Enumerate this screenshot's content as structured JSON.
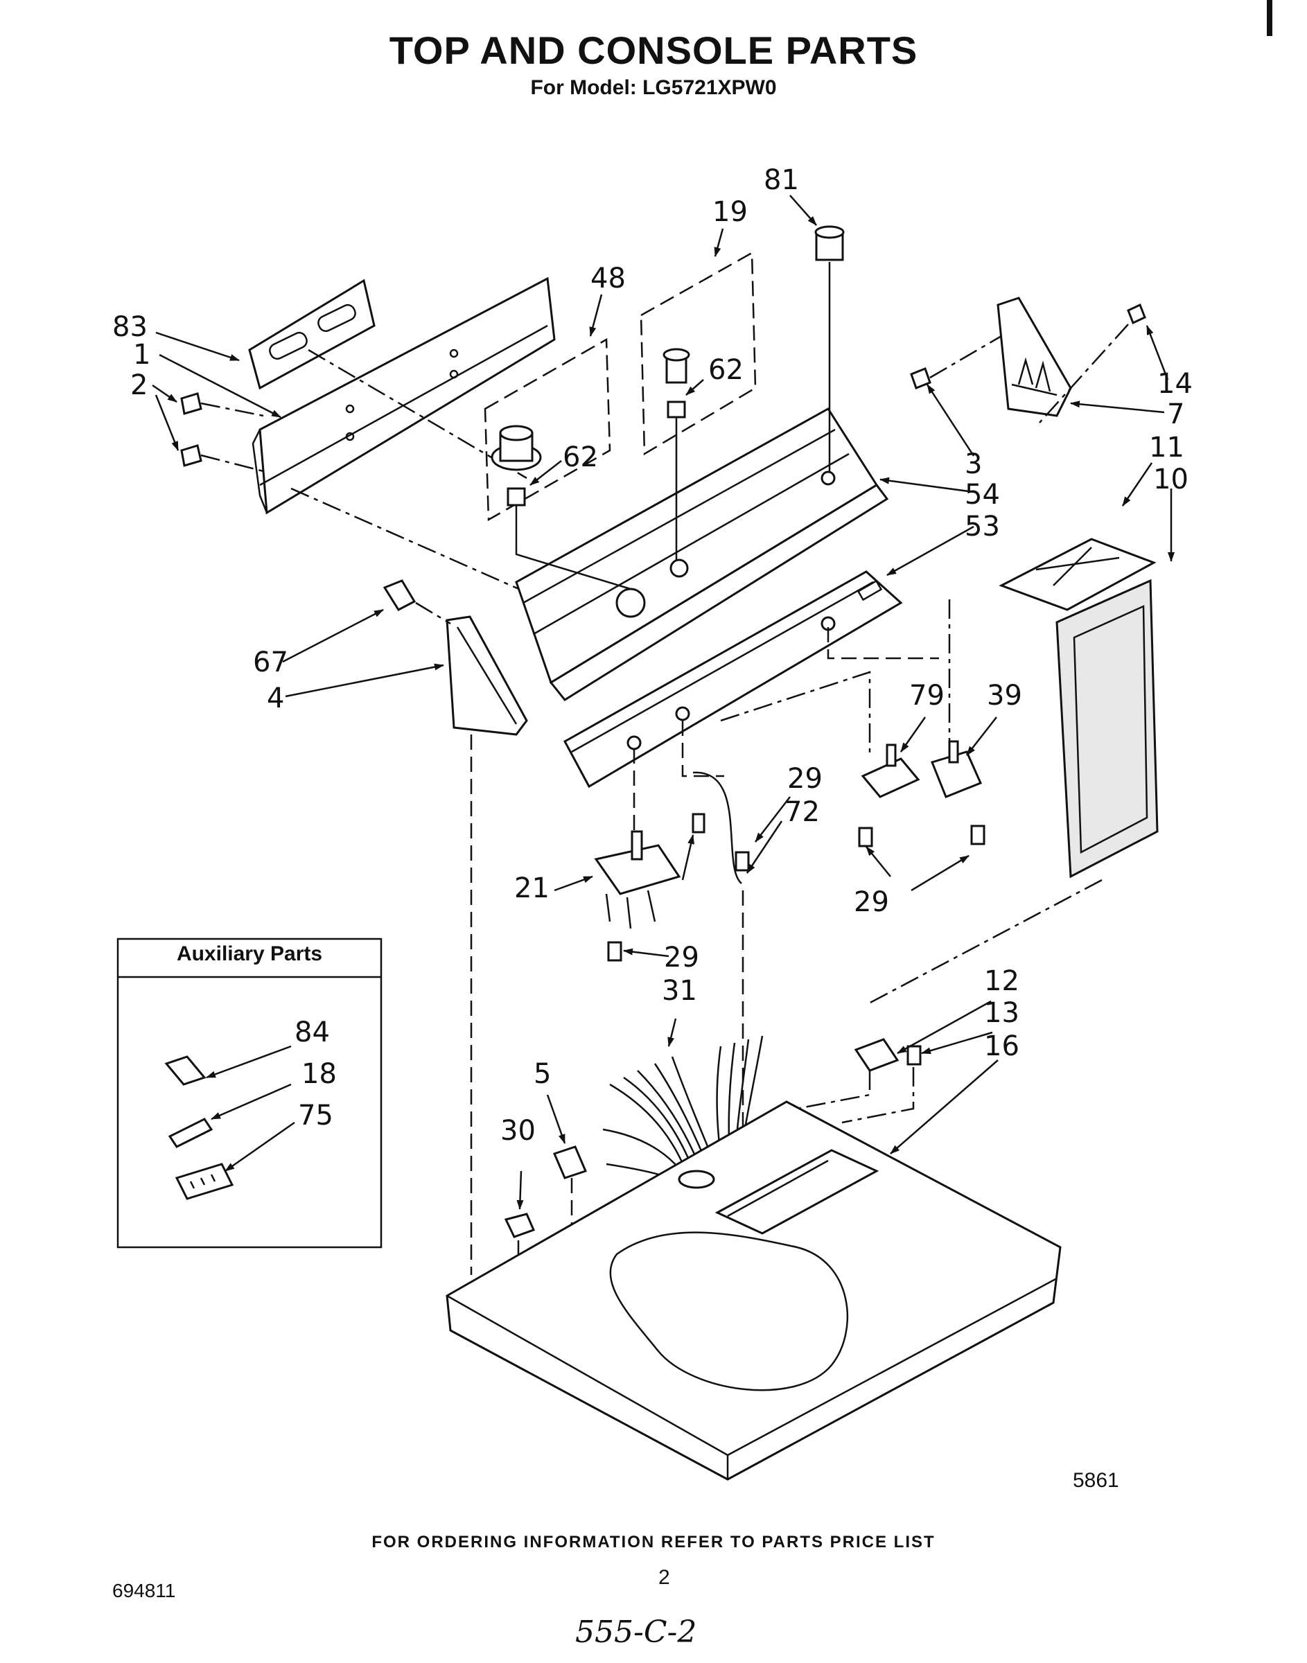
{
  "header": {
    "title": "TOP AND CONSOLE PARTS",
    "subtitle": "For Model: LG5721XPW0"
  },
  "callouts": [
    {
      "id": "c83",
      "text": "83"
    },
    {
      "id": "c1",
      "text": "1"
    },
    {
      "id": "c2",
      "text": "2"
    },
    {
      "id": "c48",
      "text": "48"
    },
    {
      "id": "c19",
      "text": "19"
    },
    {
      "id": "c81",
      "text": "81"
    },
    {
      "id": "c62a",
      "text": "62"
    },
    {
      "id": "c62b",
      "text": "62"
    },
    {
      "id": "c14",
      "text": "14"
    },
    {
      "id": "c7",
      "text": "7"
    },
    {
      "id": "c3",
      "text": "3"
    },
    {
      "id": "c54",
      "text": "54"
    },
    {
      "id": "c11",
      "text": "11"
    },
    {
      "id": "c10",
      "text": "10"
    },
    {
      "id": "c53",
      "text": "53"
    },
    {
      "id": "c67",
      "text": "67"
    },
    {
      "id": "c4",
      "text": "4"
    },
    {
      "id": "c79",
      "text": "79"
    },
    {
      "id": "c39",
      "text": "39"
    },
    {
      "id": "c29a",
      "text": "29"
    },
    {
      "id": "c72",
      "text": "72"
    },
    {
      "id": "c21",
      "text": "21"
    },
    {
      "id": "c29b",
      "text": "29"
    },
    {
      "id": "c29c",
      "text": "29"
    },
    {
      "id": "c31",
      "text": "31"
    },
    {
      "id": "c12",
      "text": "12"
    },
    {
      "id": "c13",
      "text": "13"
    },
    {
      "id": "c16",
      "text": "16"
    },
    {
      "id": "c5",
      "text": "5"
    },
    {
      "id": "c30",
      "text": "30"
    },
    {
      "id": "c84",
      "text": "84"
    },
    {
      "id": "c18",
      "text": "18"
    },
    {
      "id": "c75",
      "text": "75"
    }
  ],
  "auxiliary": {
    "title": "Auxiliary Parts"
  },
  "drawing_code": "5861",
  "footer": {
    "note": "FOR ORDERING INFORMATION REFER TO PARTS PRICE LIST",
    "page_number": "2",
    "document_number": "694811",
    "handwritten_note": "555-C-2"
  }
}
